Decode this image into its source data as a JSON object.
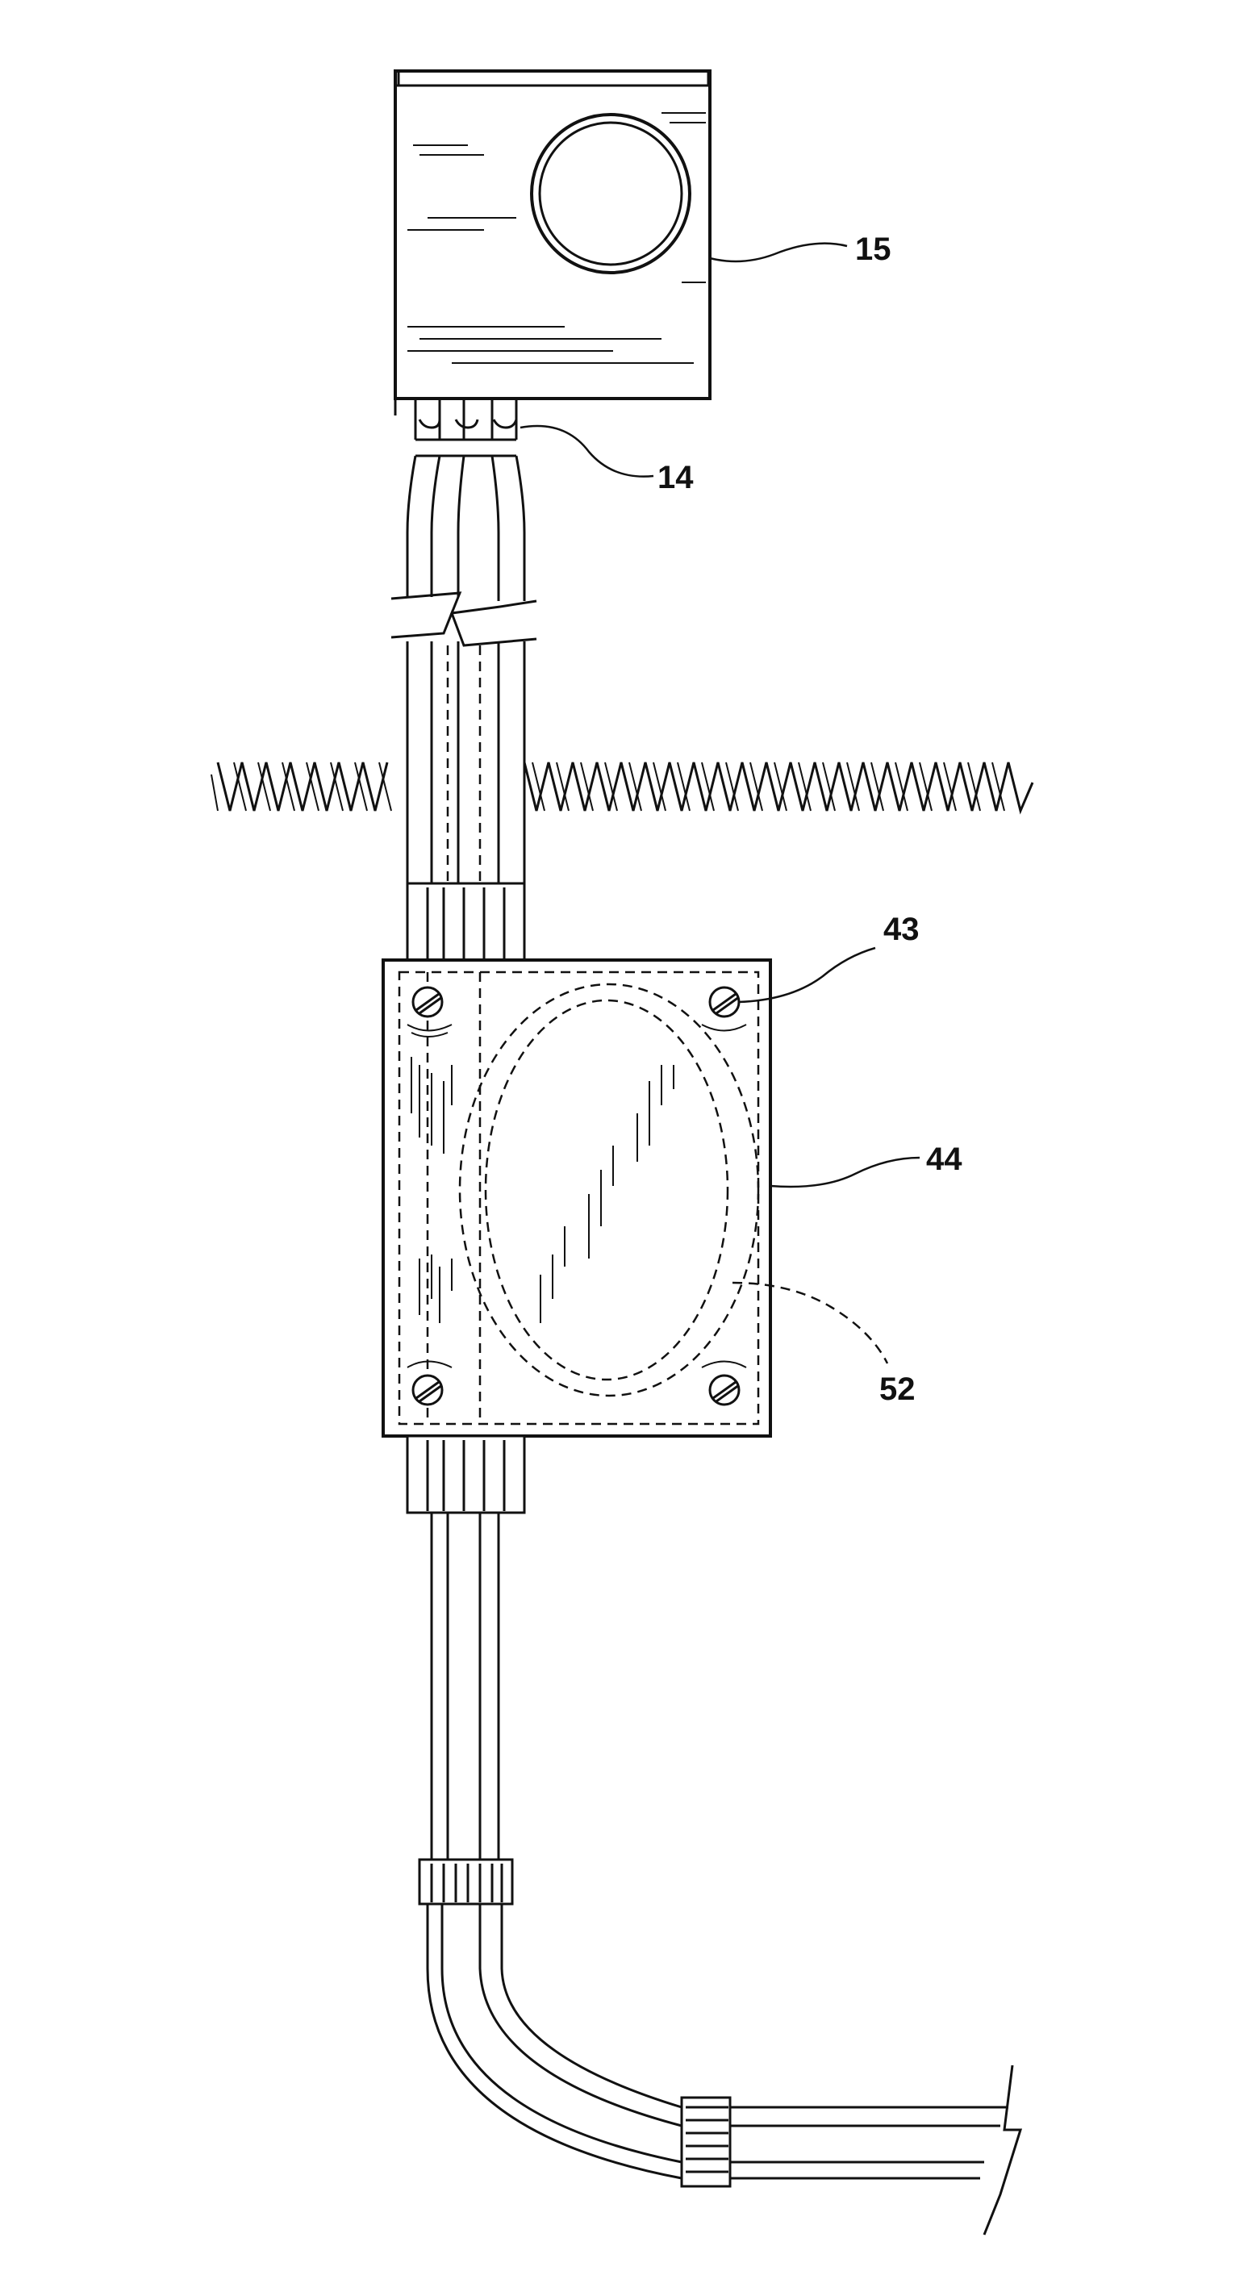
{
  "figure": {
    "ink_color": "#111111",
    "background_color": "#ffffff",
    "labels": {
      "meter_box": "15",
      "meter_connector": "14",
      "screw": "43",
      "junction_box": "44",
      "gasket": "52"
    }
  }
}
